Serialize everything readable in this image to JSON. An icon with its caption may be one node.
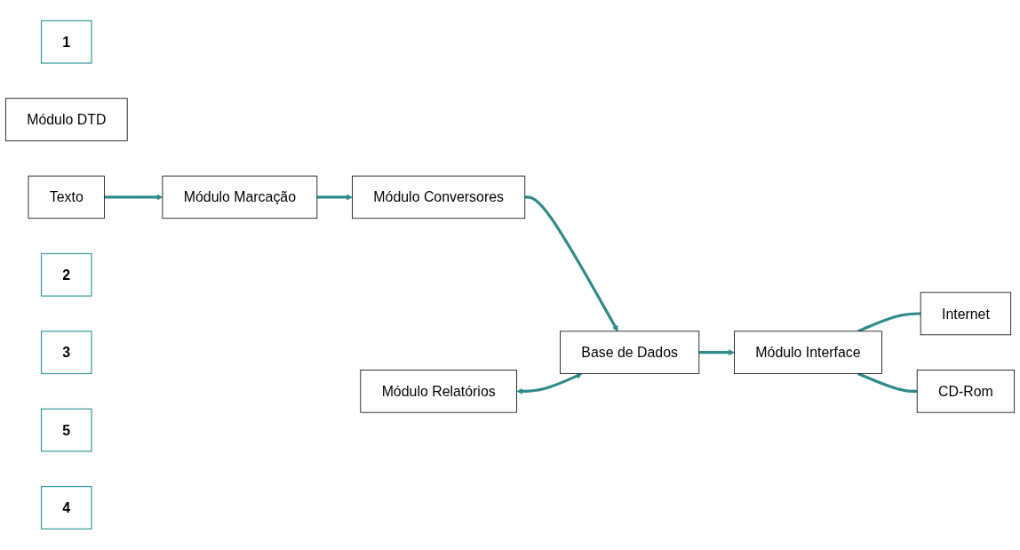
{
  "diagram": {
    "nodes": [
      {
        "text": [
          "1"
        ]
      },
      {
        "text": [
          "Módulo DTD"
        ]
      },
      {
        "text": [
          "Texto"
        ]
      },
      {
        "text": [
          "Módulo Marcação"
        ]
      },
      {
        "text": [
          "2"
        ]
      },
      {
        "text": [
          "Módulo Conversores"
        ]
      },
      {
        "text": [
          "3"
        ]
      },
      {
        "text": [
          "Módulo Relatórios"
        ]
      },
      {
        "text": [
          "Base de Dados"
        ]
      },
      {
        "text": [
          "5"
        ]
      },
      {
        "text": [
          "4"
        ]
      },
      {
        "text": [
          "Módulo Interface"
        ]
      },
      {
        "text": [
          "Internet"
        ]
      },
      {
        "text": [
          "CD-Rom"
        ]
      }
    ],
    "edges": [
      {
        "from": 2,
        "to": 3,
        "arrow": "to"
      },
      {
        "from": 3,
        "to": 5,
        "arrow": "to"
      },
      {
        "from": 5,
        "to": 8,
        "arrow": "to"
      },
      {
        "from": 7,
        "to": 8,
        "arrow": "both"
      },
      {
        "from": 8,
        "to": 11,
        "arrow": "to"
      },
      {
        "from": 11,
        "to": 12,
        "arrow": "none"
      },
      {
        "from": 11,
        "to": 13,
        "arrow": "none"
      }
    ]
  }
}
